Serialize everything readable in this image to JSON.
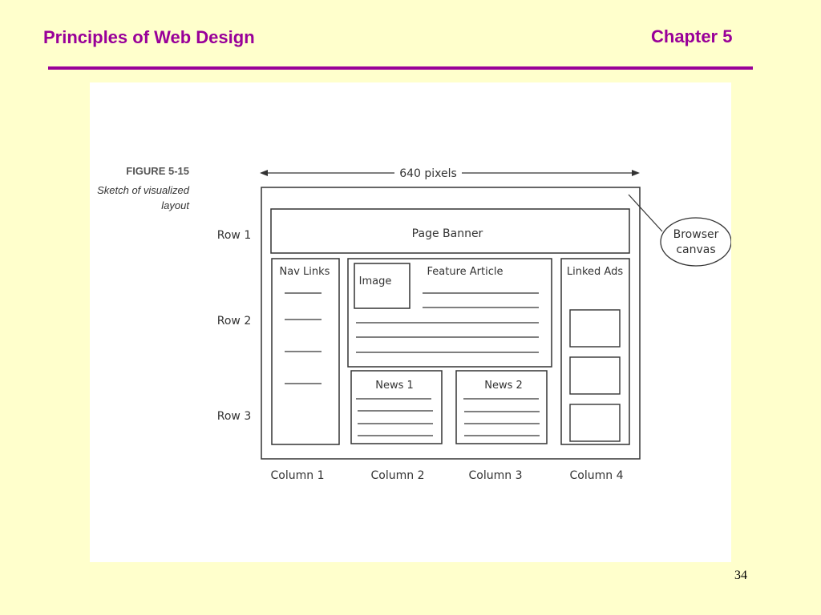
{
  "slide": {
    "title": "Principles of Web Design",
    "chapter": "Chapter 5",
    "page_number": "34"
  },
  "figure": {
    "number": "FIGURE 5-15",
    "caption_line1": "Sketch of visualized",
    "caption_line2": "layout",
    "width_label": "640 pixels",
    "callout_line1": "Browser",
    "callout_line2": "canvas",
    "rows": [
      "Row 1",
      "Row 2",
      "Row 3"
    ],
    "columns": [
      "Column 1",
      "Column 2",
      "Column 3",
      "Column 4"
    ],
    "boxes": {
      "banner": "Page Banner",
      "nav": "Nav Links",
      "image": "Image",
      "feature": "Feature Article",
      "ads": "Linked Ads",
      "news1": "News 1",
      "news2": "News 2"
    }
  }
}
